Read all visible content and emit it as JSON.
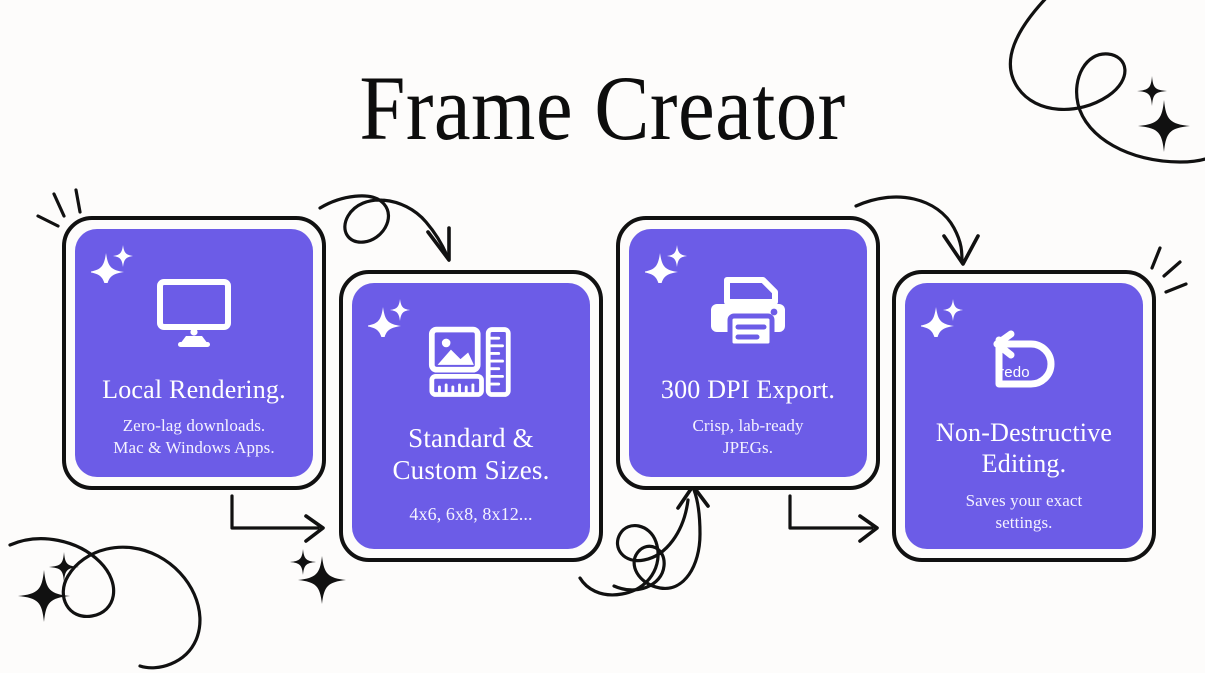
{
  "page": {
    "title": "Frame Creator",
    "background_color": "#fdfcfb",
    "accent_color": "#6C5CE7",
    "outline_color": "#111111",
    "text_on_accent": "#ffffff"
  },
  "cards": [
    {
      "id": "local-rendering",
      "title": "Local Rendering.",
      "subtitle_line1": "Zero-lag downloads.",
      "subtitle_line2": "Mac & Windows Apps.",
      "icon": "monitor-icon",
      "sparkle": "sparkle-icon"
    },
    {
      "id": "standard-custom-sizes",
      "title_line1": "Standard &",
      "title_line2": "Custom Sizes.",
      "subtitle_line1": "4x6, 6x8, 8x12...",
      "subtitle_line2": "",
      "icon": "image-and-ruler-icon",
      "sparkle": "sparkle-icon"
    },
    {
      "id": "dpi-export",
      "title": "300 DPI Export.",
      "subtitle_line1": "Crisp, lab-ready",
      "subtitle_line2": "JPEGs.",
      "icon": "printer-icon",
      "sparkle": "sparkle-icon"
    },
    {
      "id": "non-destructive-editing",
      "title_line1": "Non-Destructive",
      "title_line2": "Editing.",
      "subtitle_line1": "Saves your exact",
      "subtitle_line2": "settings.",
      "icon": "redo-arrow-icon",
      "icon_label": "redo",
      "sparkle": "sparkle-icon"
    }
  ],
  "decorations": {
    "top_right_swirl": "swirl-doodle",
    "bottom_left_swirl": "swirl-doodle",
    "bottom_center_swirl": "swirl-doodle",
    "sparkles": [
      "sparkle-large",
      "sparkle-small"
    ],
    "shine_marks": [
      "shine-lines-card-1",
      "shine-lines-card-4"
    ],
    "arrows": [
      "curly-arrow-card1-to-card2",
      "bracket-arrow-card1-to-card2",
      "loop-arrow-card2-to-card3",
      "arc-arrow-card3-to-card4",
      "bracket-arrow-card3-to-card4"
    ]
  }
}
